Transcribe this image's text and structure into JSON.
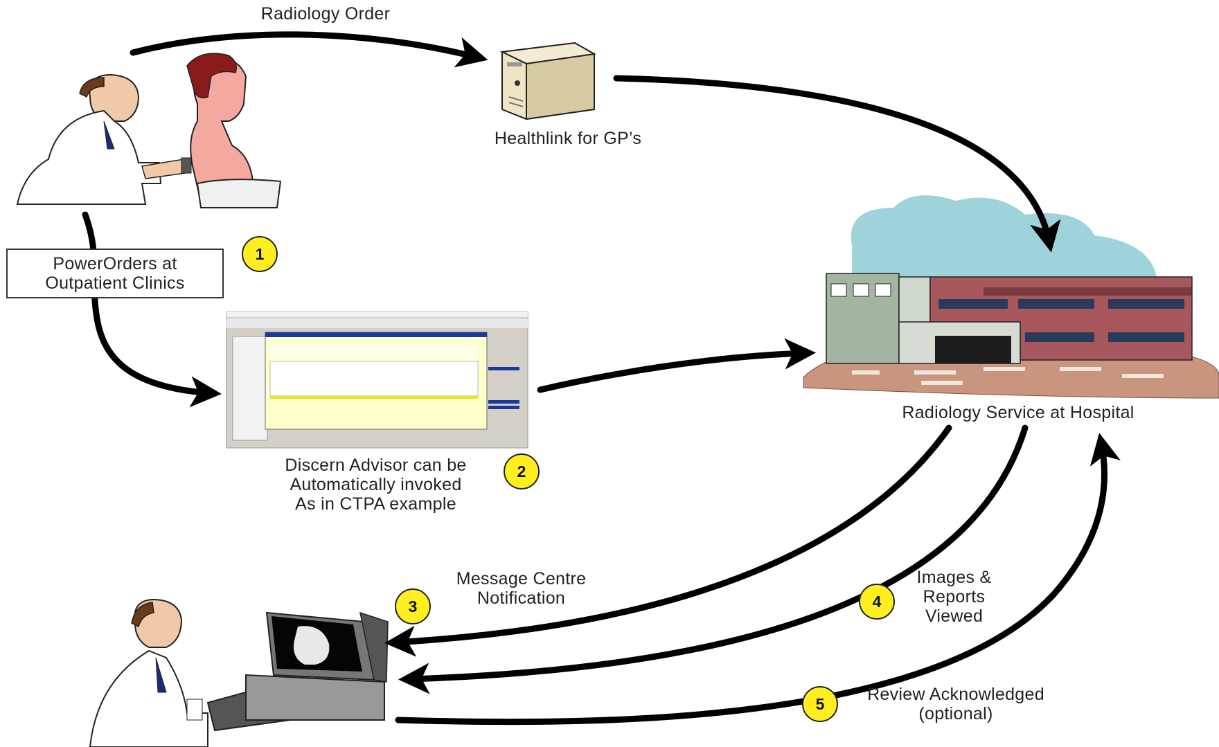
{
  "labels": {
    "radiology_order": "Radiology Order",
    "healthlink": "Healthlink for GP’s",
    "powerorders": [
      "PowerOrders at",
      "Outpatient Clinics"
    ],
    "radiology_service": "Radiology Service at Hospital",
    "discern": [
      "Discern Advisor can be",
      "Automatically invoked",
      "As in CTPA example"
    ],
    "message_centre": [
      "Message Centre",
      "Notification"
    ],
    "images_reports": [
      "Images &",
      "Reports",
      "Viewed"
    ],
    "review": [
      "Review Acknowledged",
      "(optional)"
    ]
  },
  "steps": [
    "1",
    "2",
    "3",
    "4",
    "5"
  ],
  "icons": [
    "doctor-examining-patient-illustration",
    "server-icon",
    "hospital-building-illustration",
    "powerorders-screenshot-thumbnail",
    "doctor-at-computer-illustration"
  ],
  "colors": {
    "badge": "#ffef1f",
    "arrow": "#000000",
    "sky": "#9fd3dc",
    "building": "#a8585c"
  }
}
